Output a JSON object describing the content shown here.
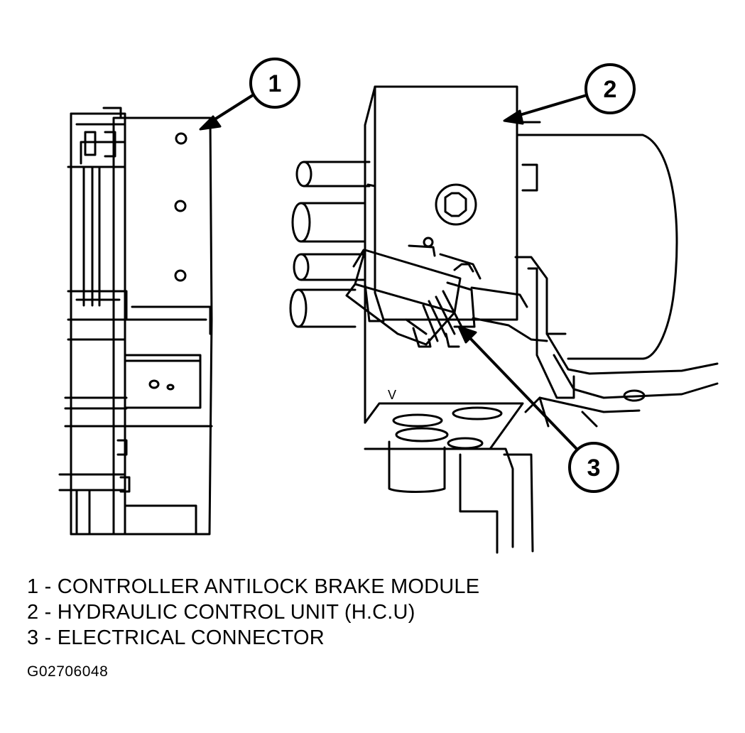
{
  "callouts": [
    {
      "number": "1"
    },
    {
      "number": "2"
    },
    {
      "number": "3"
    }
  ],
  "legend": [
    {
      "text": "1 - CONTROLLER ANTILOCK BRAKE MODULE"
    },
    {
      "text": "2 - HYDRAULIC CONTROL UNIT (H.C.U)"
    },
    {
      "text": "3 - ELECTRICAL CONNECTOR"
    }
  ],
  "figure_id": "G02706048",
  "part_marking": "V"
}
